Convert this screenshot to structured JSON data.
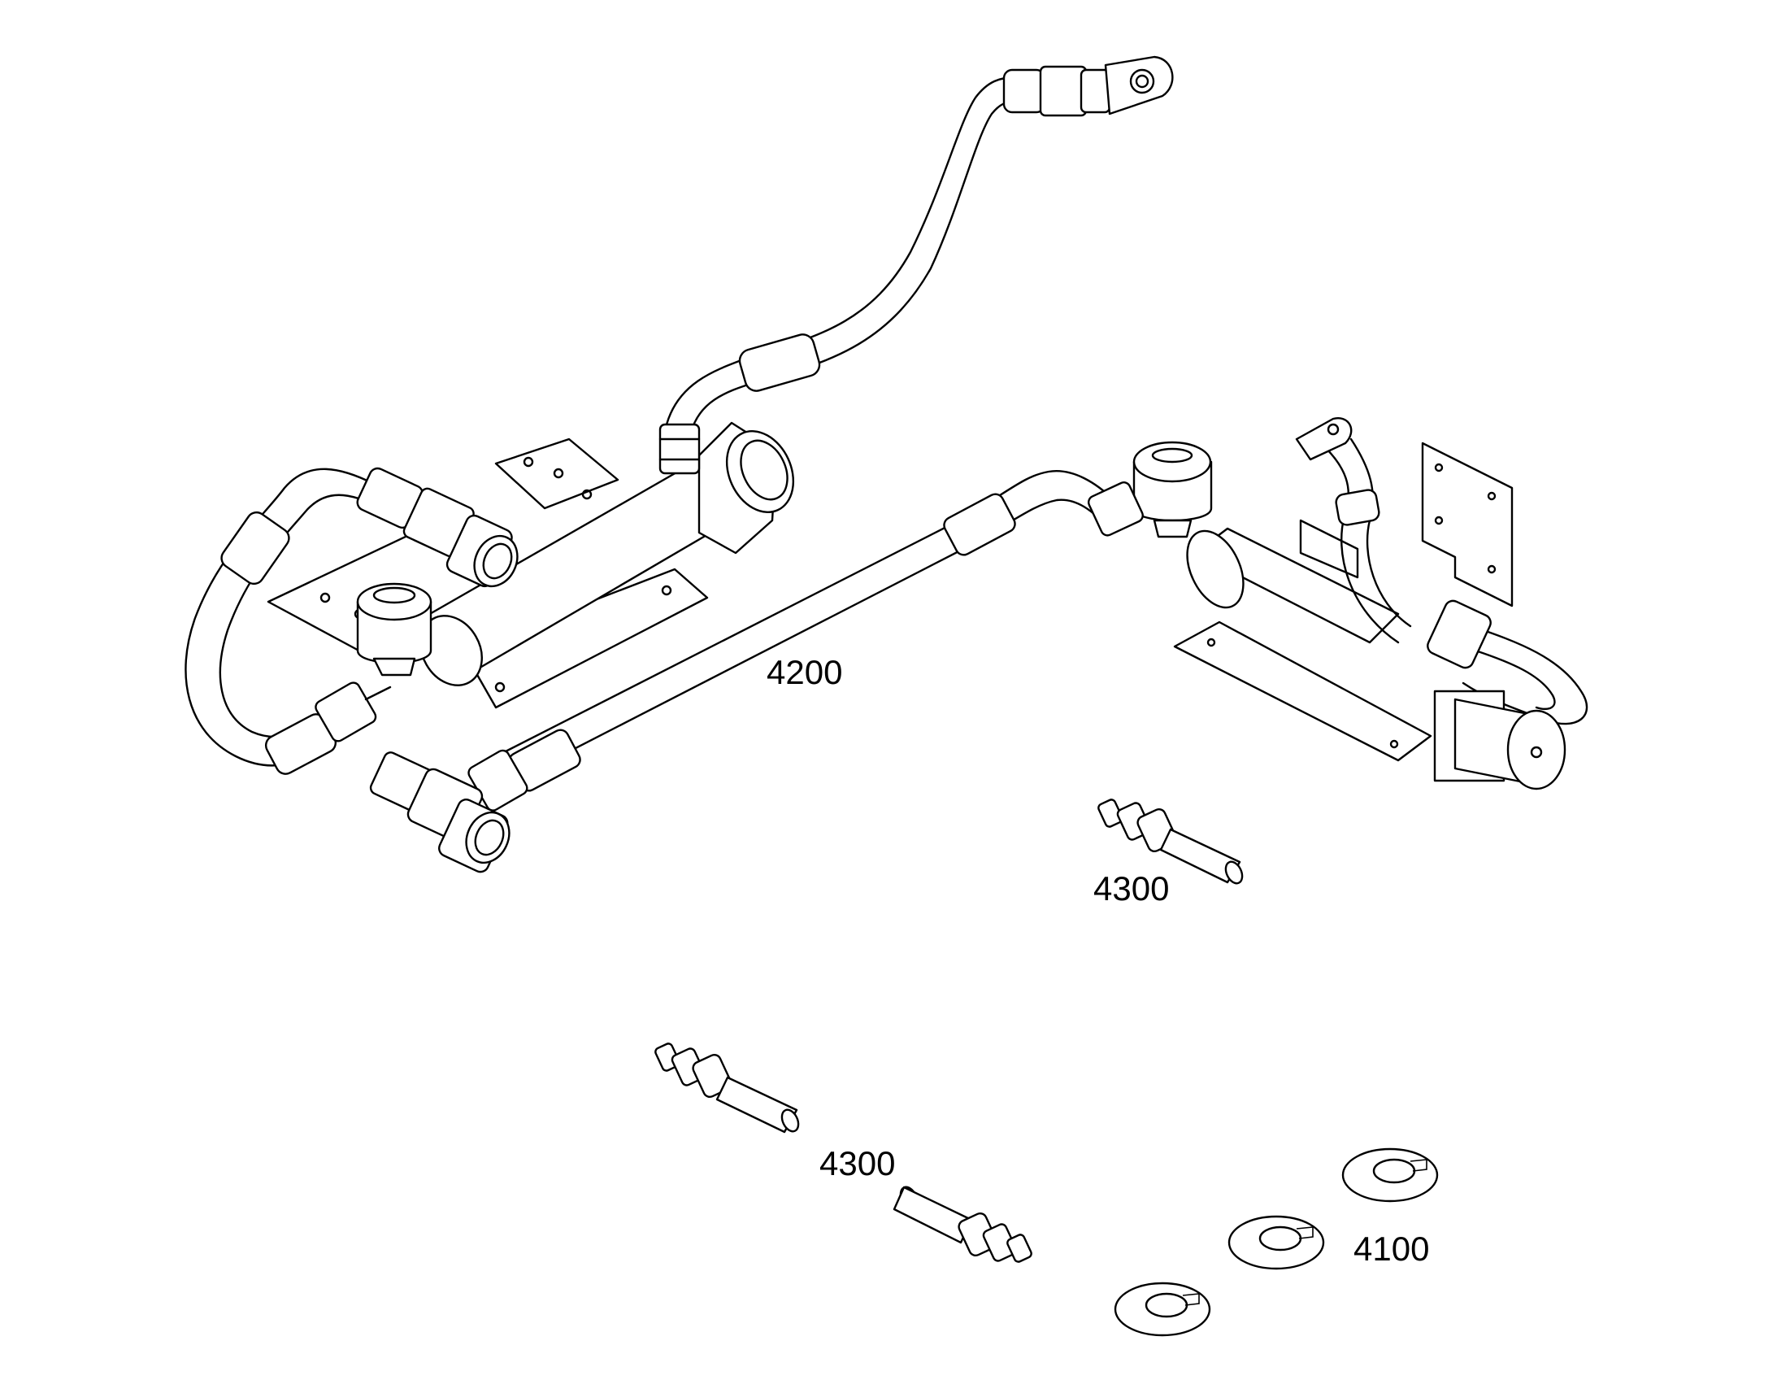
{
  "callouts": {
    "hose_assembly": "4200",
    "pin_upper": "4300",
    "pin_lower": "4300",
    "washers": "4100"
  }
}
